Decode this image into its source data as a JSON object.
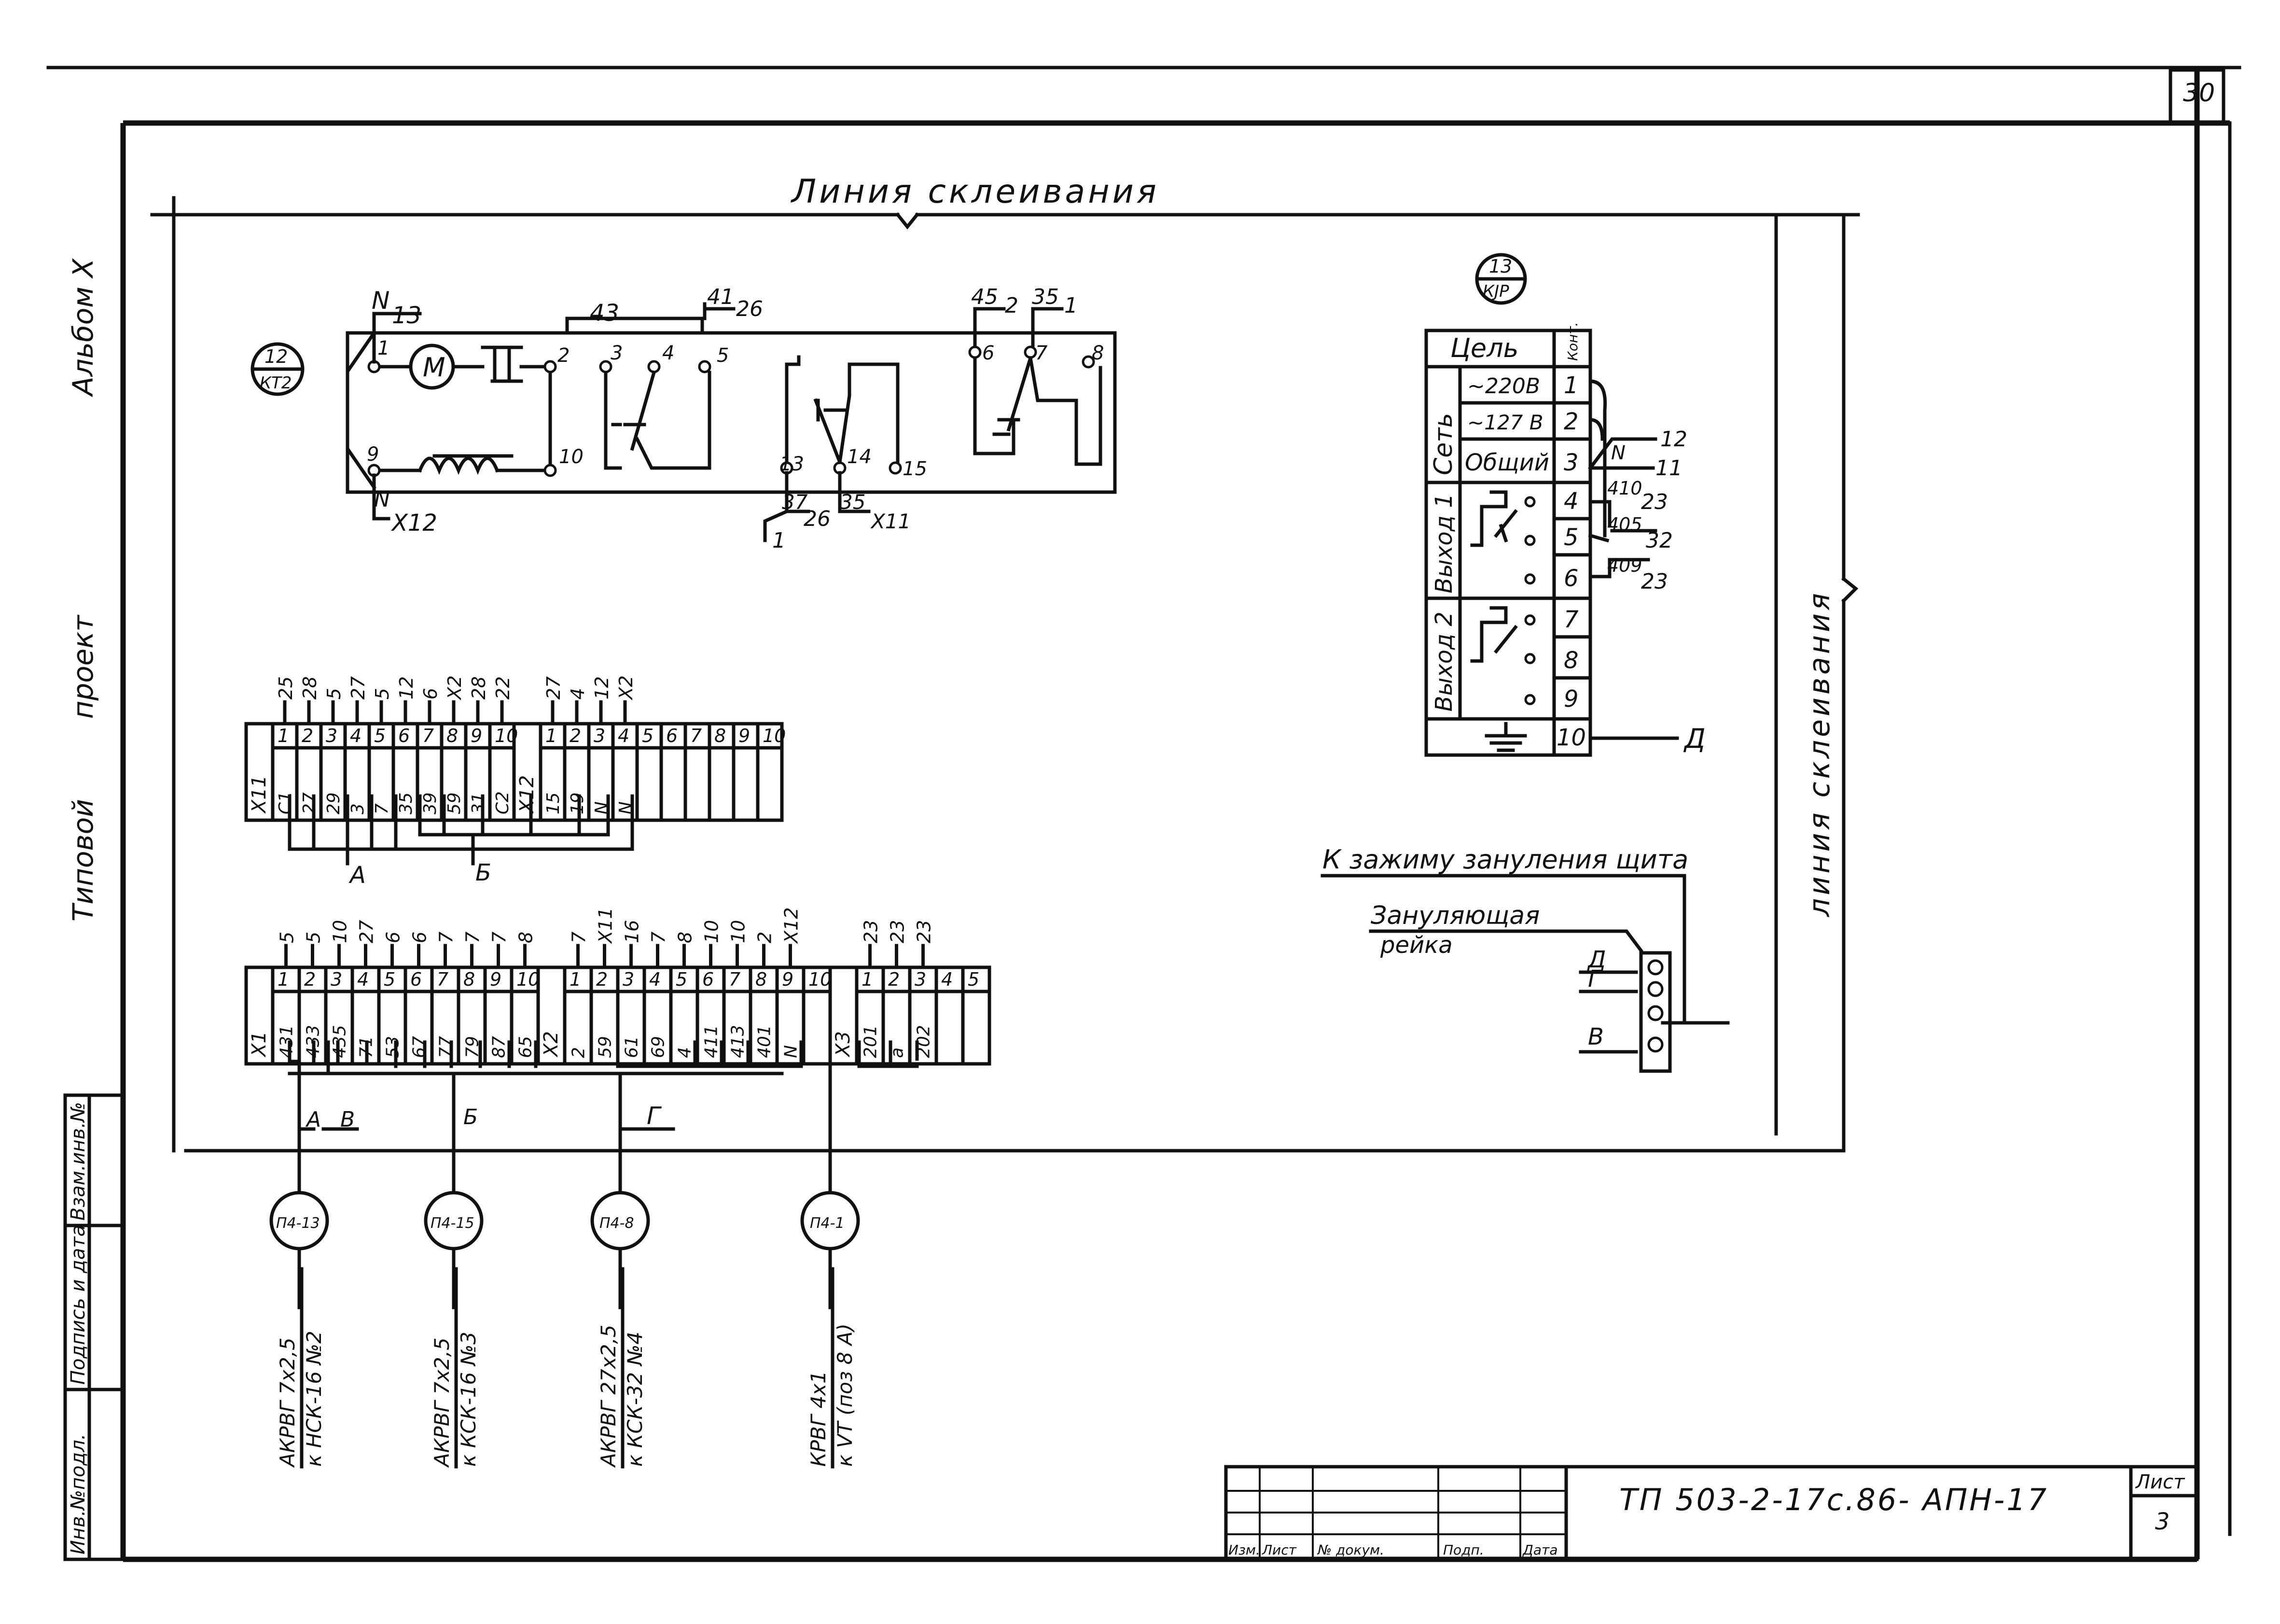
{
  "page_number": "30",
  "glue_line_top": "Линия склеивания",
  "glue_line_right": "линия склеивания",
  "side_stamp": {
    "album": "Альбом X",
    "project_a": "Типовой",
    "project_b": "проект",
    "cells": [
      "Инв.№подл.",
      "Подпись и дата",
      "Взам.инв.№"
    ]
  },
  "relay_kt2": {
    "tag_top": "12",
    "tag_bottom": "КТ2",
    "motor": "M",
    "wires": {
      "n13_top": "N",
      "n13_num": "13",
      "w43": "43",
      "w41": "41",
      "w26": "26",
      "w45": "45",
      "w2": "2",
      "w35": "35",
      "w1": "1",
      "nx12_n": "N",
      "nx12": "Х12",
      "w37": "37",
      "w26b": "26",
      "w35b": "35",
      "wx11": "Х11",
      "w1b": "1"
    },
    "pins": [
      "1",
      "2",
      "3",
      "4",
      "5",
      "6",
      "7",
      "8",
      "9",
      "10",
      "13",
      "14",
      "15"
    ]
  },
  "relay_kjp": {
    "tag_top": "13",
    "tag_bottom": "КJР",
    "header_circuit": "Цель",
    "header_pin": "Конт.",
    "groups": [
      "Сеть",
      "Выход 1",
      "Выход 2"
    ],
    "rows": [
      {
        "label": "~220В",
        "pin": "1"
      },
      {
        "label": "~127 В",
        "pin": "2"
      },
      {
        "label": "Общий",
        "pin": "3"
      },
      {
        "label": "",
        "pin": "4"
      },
      {
        "label": "",
        "pin": "5"
      },
      {
        "label": "",
        "pin": "6"
      },
      {
        "label": "",
        "pin": "7"
      },
      {
        "label": "",
        "pin": "8"
      },
      {
        "label": "",
        "pin": "9"
      },
      {
        "label": "",
        "pin": "10"
      }
    ],
    "wires": [
      {
        "a": "N",
        "b": "12"
      },
      {
        "a": "",
        "b": "11"
      },
      {
        "a": "410",
        "b": "23"
      },
      {
        "a": "405",
        "b": "32"
      },
      {
        "a": "409",
        "b": "23"
      }
    ],
    "ground_to": "Д"
  },
  "strip_x11_x12": {
    "labels": [
      "Х11",
      "Х12"
    ],
    "top_nums_1": [
      "1",
      "2",
      "3",
      "4",
      "5",
      "6",
      "7",
      "8",
      "9",
      "10"
    ],
    "top_nums_2": [
      "1",
      "2",
      "3",
      "4",
      "5",
      "6",
      "7",
      "8",
      "9",
      "10"
    ],
    "wires_top": [
      "25",
      "28",
      "5",
      "27",
      "5",
      "12",
      "6",
      "Х2",
      "28",
      "22",
      "27",
      "4",
      "12",
      "Х2"
    ],
    "cells_1": [
      "С1",
      "27",
      "29",
      "3",
      "7",
      "35",
      "39",
      "59",
      "31",
      "С2"
    ],
    "cells_2": [
      "15",
      "19",
      "N",
      "N"
    ],
    "bus_a": "А",
    "bus_b": "Б"
  },
  "strip_x1_x2_x3": {
    "labels": [
      "Х1",
      "Х2",
      "Х3"
    ],
    "top_nums_1": [
      "1",
      "2",
      "3",
      "4",
      "5",
      "6",
      "7",
      "8",
      "9",
      "10"
    ],
    "top_nums_2": [
      "1",
      "2",
      "3",
      "4",
      "5",
      "6",
      "7",
      "8",
      "9",
      "10"
    ],
    "top_nums_3": [
      "1",
      "2",
      "3",
      "4",
      "5"
    ],
    "wires_top_1": [
      "5",
      "5",
      "10",
      "27",
      "6",
      "6",
      "7",
      "7",
      "7",
      "8"
    ],
    "wires_top_2": [
      "7",
      "Х11",
      "16",
      "7",
      "8",
      "10",
      "10",
      "2",
      "Х12"
    ],
    "wires_top_3": [
      "23",
      "23",
      "23"
    ],
    "cells_1": [
      "431",
      "433",
      "435",
      "71",
      "53",
      "67",
      "77",
      "79",
      "87",
      "65"
    ],
    "cells_2": [
      "2",
      "59",
      "61",
      "69",
      "4",
      "411",
      "413",
      "401",
      "N"
    ],
    "cells_3": [
      "201",
      "а",
      "202"
    ]
  },
  "cables": [
    {
      "tag": "П4-13",
      "bus": "А",
      "bus2": "В",
      "cable": "АКРВГ 7х2,5",
      "to": "к НСК-16 №2"
    },
    {
      "tag": "П4-15",
      "bus": "Б",
      "bus2": "",
      "cable": "АКРВГ 7х2,5",
      "to": "к КСК-16 №3"
    },
    {
      "tag": "П4-8",
      "bus": "Г",
      "bus2": "",
      "cable": "АКРВГ 27х2,5",
      "to": "к КСК-32 №4"
    },
    {
      "tag": "П4-1",
      "bus": "",
      "bus2": "",
      "cable": "КРВГ 4х1",
      "to": "к VT (поз 8 А)"
    }
  ],
  "grounding": {
    "title": "К зажиму зануления щита",
    "rail_1": "Зануляющая",
    "rail_2": "рейка",
    "points": [
      "Д",
      "Г",
      "",
      "В"
    ]
  },
  "title_block": {
    "code": "ТП 503-2-17с.86- АПН-17",
    "sheet_label": "Лист",
    "sheet_num": "3",
    "columns": [
      "Изм.",
      "Лист",
      "№ докум.",
      "Подп.",
      "Дата"
    ]
  }
}
